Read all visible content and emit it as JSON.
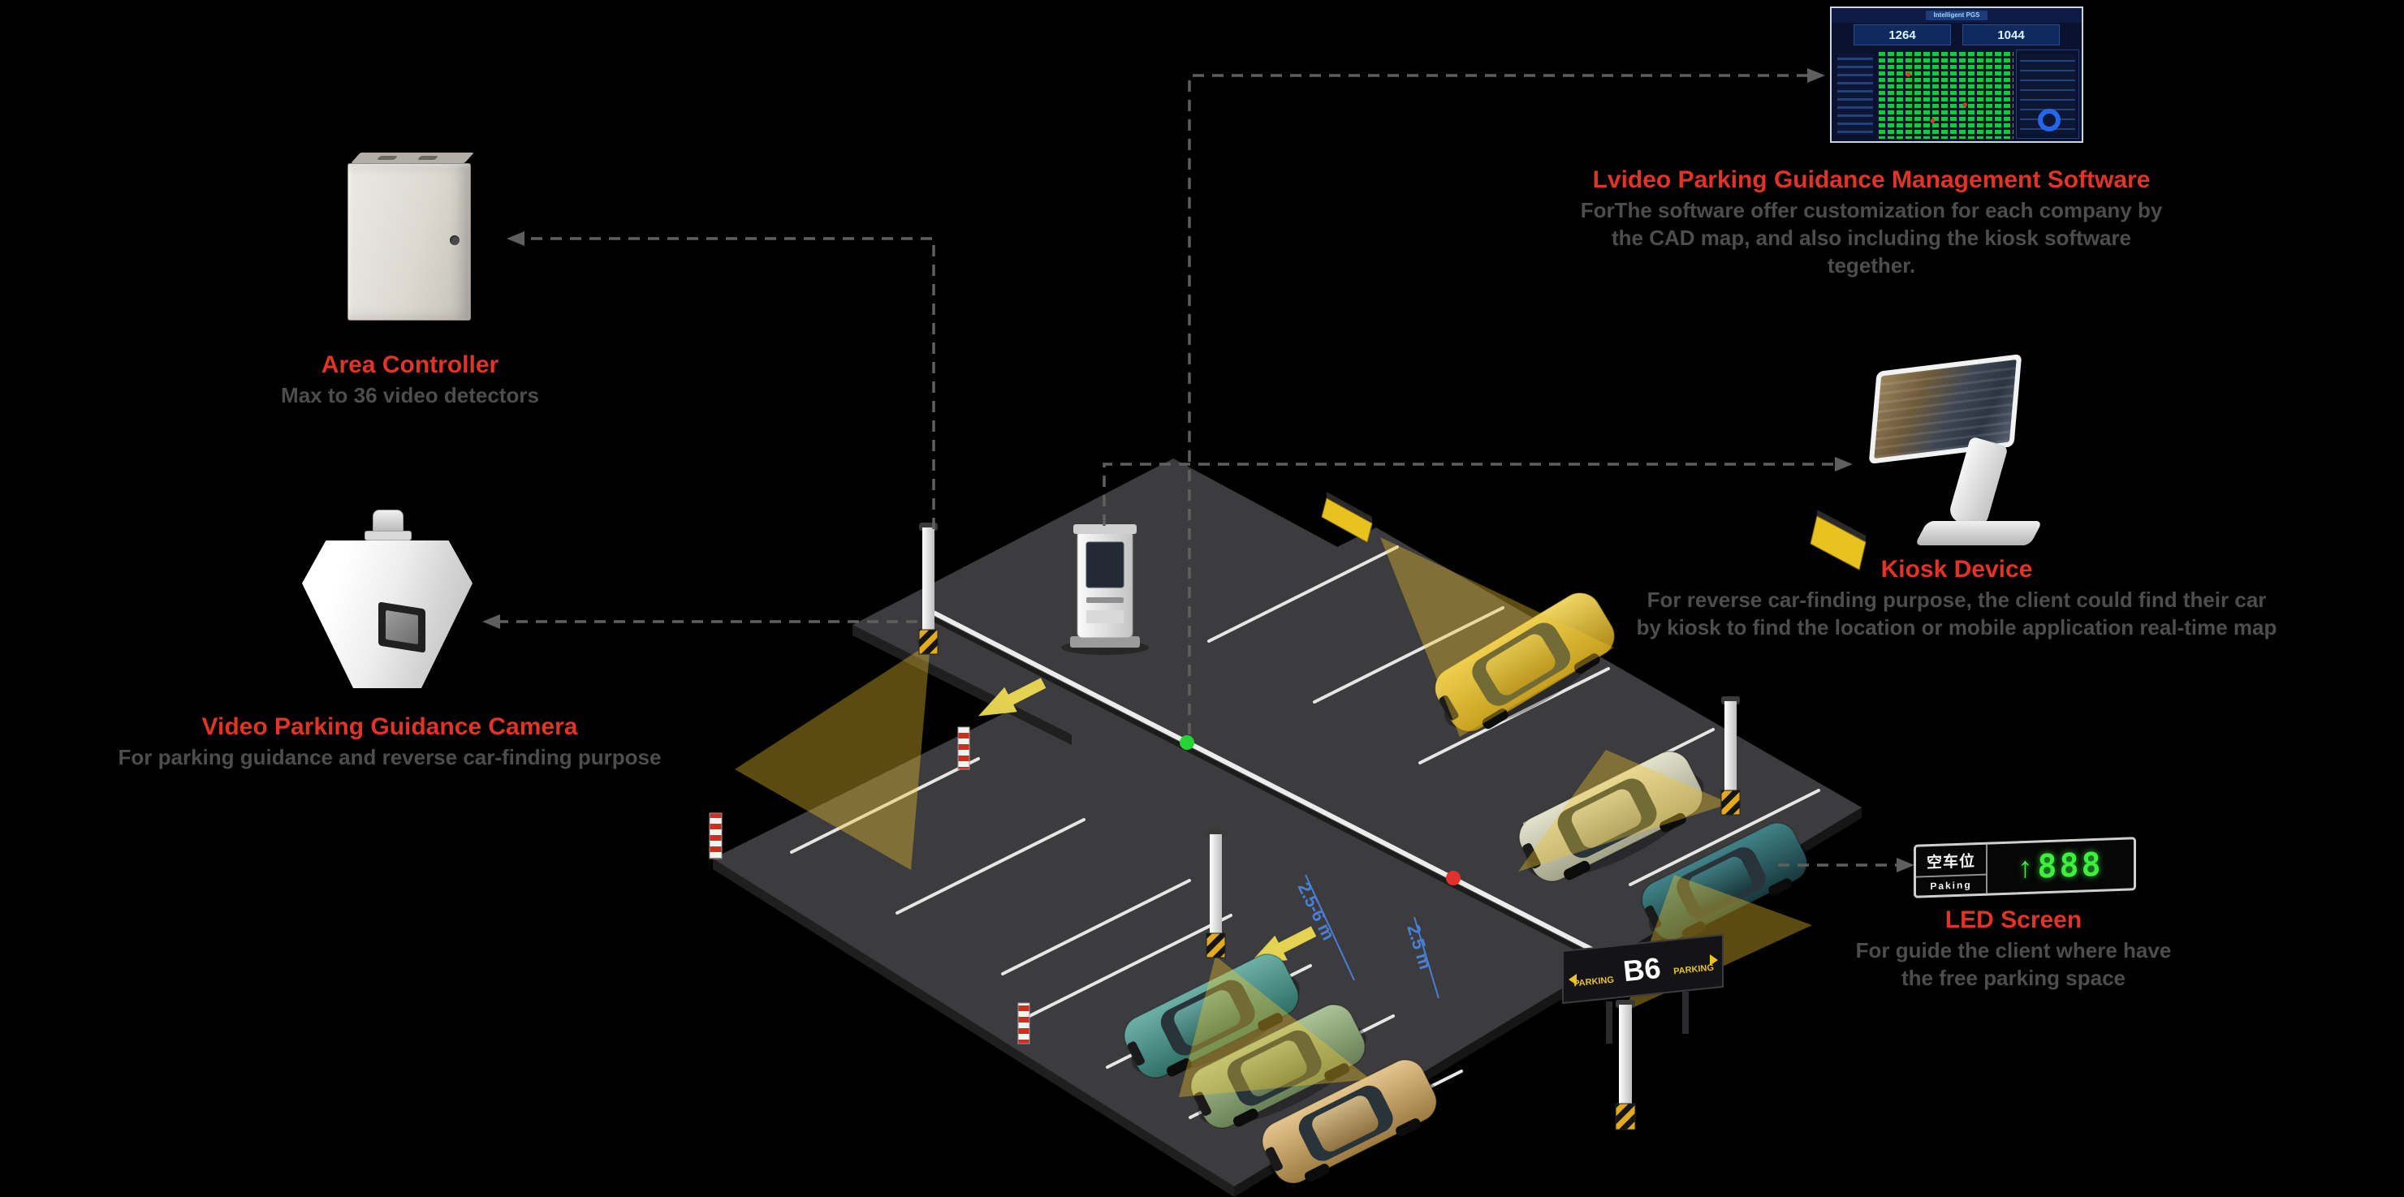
{
  "labels": {
    "software": {
      "title": "Lvideo Parking Guidance Management Software",
      "desc1": "ForThe software offer customization for each company by",
      "desc2": "the CAD map, and also including the kiosk software tegether."
    },
    "area_controller": {
      "title": "Area Controller",
      "desc1": "Max to 36 video detectors"
    },
    "camera": {
      "title": "Video Parking Guidance Camera",
      "desc1": "For parking guidance and reverse car-finding purpose"
    },
    "kiosk": {
      "title": "Kiosk Device",
      "desc1": "For reverse car-finding purpose, the client could find their car",
      "desc2": "by kiosk to find the location or mobile application real-time map"
    },
    "led": {
      "title": "LED Screen",
      "desc1": "For guide the client where have",
      "desc2": "the free parking space"
    }
  },
  "led_display": {
    "cn": "空车位",
    "en": "Paking",
    "arrow": "↑",
    "count": "888"
  },
  "dashboard": {
    "header": "Intelligent PGS",
    "stat_left": "1264",
    "stat_right": "1044"
  },
  "scene": {
    "sign_b6": "B6",
    "sign_parking_left": "PARKING",
    "sign_parking_right": "PARKING",
    "dim_long": "2.5-6 m",
    "dim_short": "2.5 m"
  },
  "colors": {
    "title_red": "#e23329",
    "desc_gray": "#4d4d4d",
    "background": "#000000",
    "cone_yellow": "#f0c52e",
    "led_green": "#3ef03e"
  }
}
